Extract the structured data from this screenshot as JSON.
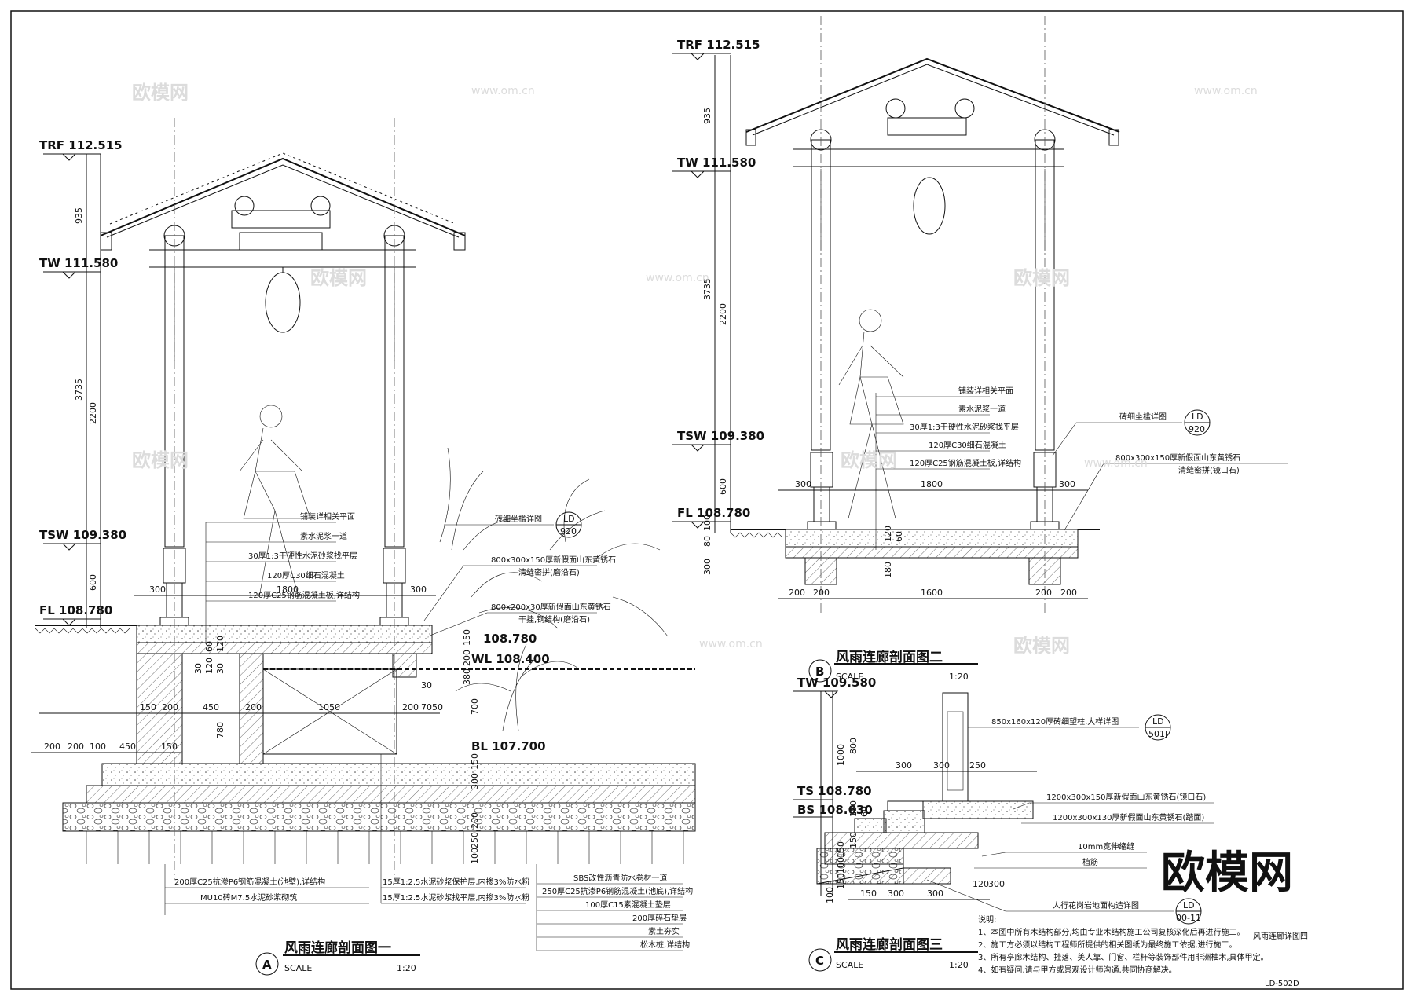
{
  "sectionA": {
    "levels": [
      "TRF 112.515",
      "TW 111.580",
      "TSW 109.380",
      "FL 108.780",
      "108.780",
      "WL 108.400",
      "BL 107.700"
    ],
    "dims": [
      "935",
      "3735",
      "2200",
      "600",
      "300",
      "1800",
      "300",
      "150",
      "200",
      "450",
      "200",
      "1050",
      "200",
      "70",
      "50",
      "200",
      "200",
      "100",
      "450",
      "150",
      "780",
      "700",
      "150",
      "300",
      "200",
      "250",
      "100",
      "150",
      "200",
      "30",
      "120",
      "60",
      "120",
      "30",
      "30",
      "380"
    ],
    "notes_left": [
      "铺装详相关平面",
      "素水泥浆一道",
      "30厚1:3干硬性水泥砂浆找平层",
      "120厚C30细石混凝土",
      "120厚C25钢筋混凝土板,详结构"
    ],
    "notes_right": [
      "砖细坐槛详图",
      "800x300x150厚新假面山东黄锈石",
      "清缝密拼(磨沿石)",
      "800x200x30厚新假面山东黄锈石",
      "干挂,钢结构(磨沿石)"
    ],
    "callout": {
      "top": "LD",
      "bottom": "920"
    },
    "notes_bottom_a": [
      "200厚C25抗渗P6钢筋混凝土(池壁),详结构",
      "MU10砖M7.5水泥砂浆砌筑"
    ],
    "notes_bottom_b": [
      "15厚1:2.5水泥砂浆保护层,内掺3%防水粉",
      "15厚1:2.5水泥砂浆找平层,内掺3%防水粉"
    ],
    "notes_bottom_c": [
      "SBS改性沥青防水卷材一道",
      "250厚C25抗渗P6钢筋混凝土(池底),详结构",
      "100厚C15素混凝土垫层",
      "200厚碎石垫层",
      "素土夯实",
      "松木桩,详结构"
    ],
    "title": {
      "letter": "A",
      "name": "风雨连廊剖面图一",
      "scale_label": "SCALE",
      "scale": "1:20"
    }
  },
  "sectionB": {
    "levels": [
      "TRF 112.515",
      "TW 111.580",
      "TSW 109.380",
      "FL 108.780"
    ],
    "dims": [
      "935",
      "3735",
      "2200",
      "600",
      "300",
      "1800",
      "300",
      "80",
      "100",
      "300",
      "180",
      "120",
      "60",
      "200",
      "200",
      "1600",
      "200",
      "200"
    ],
    "notes_left": [
      "铺装详相关平面",
      "素水泥浆一道",
      "30厚1:3干硬性水泥砂浆找平层",
      "120厚C30细石混凝土",
      "120厚C25钢筋混凝土板,详结构"
    ],
    "notes_right": [
      "砖细坐槛详图",
      "800x300x150厚新假面山东黄锈石",
      "清缝密拼(镜口石)"
    ],
    "callout": {
      "top": "LD",
      "bottom": "920"
    },
    "title": {
      "letter": "B",
      "name": "风雨连廊剖面图二",
      "scale_label": "SCALE",
      "scale": "1:20"
    }
  },
  "sectionC": {
    "levels": [
      "TW 109.580",
      "TS 108.780",
      "BS 108.630"
    ],
    "dims": [
      "800",
      "1000",
      "300",
      "300",
      "250",
      "150",
      "150",
      "60",
      "150",
      "100",
      "150",
      "100",
      "150",
      "300",
      "300",
      "120",
      "300"
    ],
    "notes": [
      "850x160x120厚砖细望柱,大样详图",
      "1200x300x150厚新假面山东黄锈石(镜口石)",
      "1200x300x130厚新假面山东黄锈石(踏面)",
      "10mm宽伸缩缝",
      "植筋",
      "人行花岗岩地面构造详图"
    ],
    "callout1": {
      "top": "LD",
      "bottom": "501J"
    },
    "callout2": {
      "top": "LD",
      "bottom": "00-11"
    },
    "title": {
      "letter": "C",
      "name": "风雨连廊剖面图三",
      "scale_label": "SCALE",
      "scale": "1:20"
    }
  },
  "general_notes": {
    "heading": "说明:",
    "items": [
      "1、本图中所有木结构部分,均由专业木结构施工公司复核深化后再进行施工。",
      "2、施工方必须以结构工程师所提供的相关图纸为最终施工依据,进行施工。",
      "3、所有亭廊木结构、挂落、美人靠、门窗、栏杆等装饰部件用非洲柚木,具体甲定。",
      "4、如有疑问,请与甲方或景观设计师沟通,共同协商解决。"
    ]
  },
  "sheet": {
    "name": "风雨连廊详图四",
    "number": "LD-502D"
  },
  "watermark": {
    "cn": "欧模网",
    "url": "www.om.cn",
    "brand": "欧模网"
  }
}
